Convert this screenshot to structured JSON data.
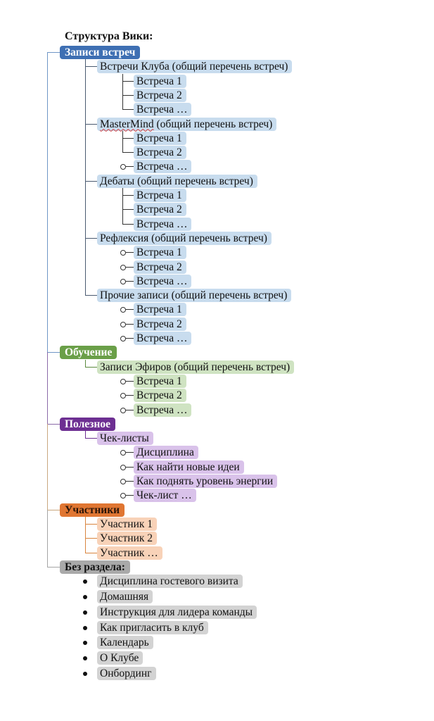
{
  "title": "Структура Вики:",
  "colors": {
    "blue_header": "#3e6fb3",
    "green_header": "#6a9f48",
    "purple_header": "#6d2f92",
    "orange_header": "#e07632",
    "gray_header": "#a9a9a9",
    "blue_item": "#c8dcee",
    "green_item": "#cfe3c2",
    "purple_item": "#d9c2ea",
    "orange_item": "#f8d2b8",
    "gray_item": "#d3d3d3"
  },
  "sections": [
    {
      "label": "Записи встреч",
      "groups": [
        {
          "label_a": "Встречи Клуба",
          "label_b": " (общий перечень встреч)",
          "items": [
            "Встреча 1",
            "Встреча 2",
            "Встреча …"
          ]
        },
        {
          "label_a": "MasterMind",
          "label_b": " (общий перечень встреч)",
          "items": [
            "Встреча 1",
            "Встреча 2",
            "Встреча …"
          ]
        },
        {
          "label_a": "Дебаты",
          "label_b": " (общий перечень встреч)",
          "items": [
            "Встреча 1",
            "Встреча 2",
            "Встреча …"
          ]
        },
        {
          "label_a": "Рефлексия",
          "label_b": " (общий перечень встреч)",
          "items": [
            "Встреча 1",
            "Встреча 2",
            "Встреча …"
          ]
        },
        {
          "label_a": "Прочие записи",
          "label_b": " (общий перечень встреч)",
          "items": [
            "Встреча 1",
            "Встреча 2",
            "Встреча …"
          ]
        }
      ]
    },
    {
      "label": "Обучение",
      "groups": [
        {
          "label_a": "Записи Эфиров",
          "label_b": " (общий перечень встреч)",
          "items": [
            "Встреча 1",
            "Встреча 2",
            "Встреча …"
          ]
        }
      ]
    },
    {
      "label": "Полезное",
      "groups": [
        {
          "label_a": "Чек-листы",
          "label_b": "",
          "items": [
            "Дисциплина",
            "Как найти новые идеи",
            "Как поднять уровень энергии",
            "Чек-лист …"
          ]
        }
      ]
    },
    {
      "label": "Участники",
      "items": [
        "Участник 1",
        "Участник 2",
        "Участник …"
      ]
    },
    {
      "label": "Без раздела:",
      "items": [
        "Дисциплина гостевого визита",
        "Домашняя",
        "Инструкция для лидера команды",
        "Как пригласить в клуб",
        "Календарь",
        "О Клубе",
        "Онбординг"
      ]
    }
  ]
}
